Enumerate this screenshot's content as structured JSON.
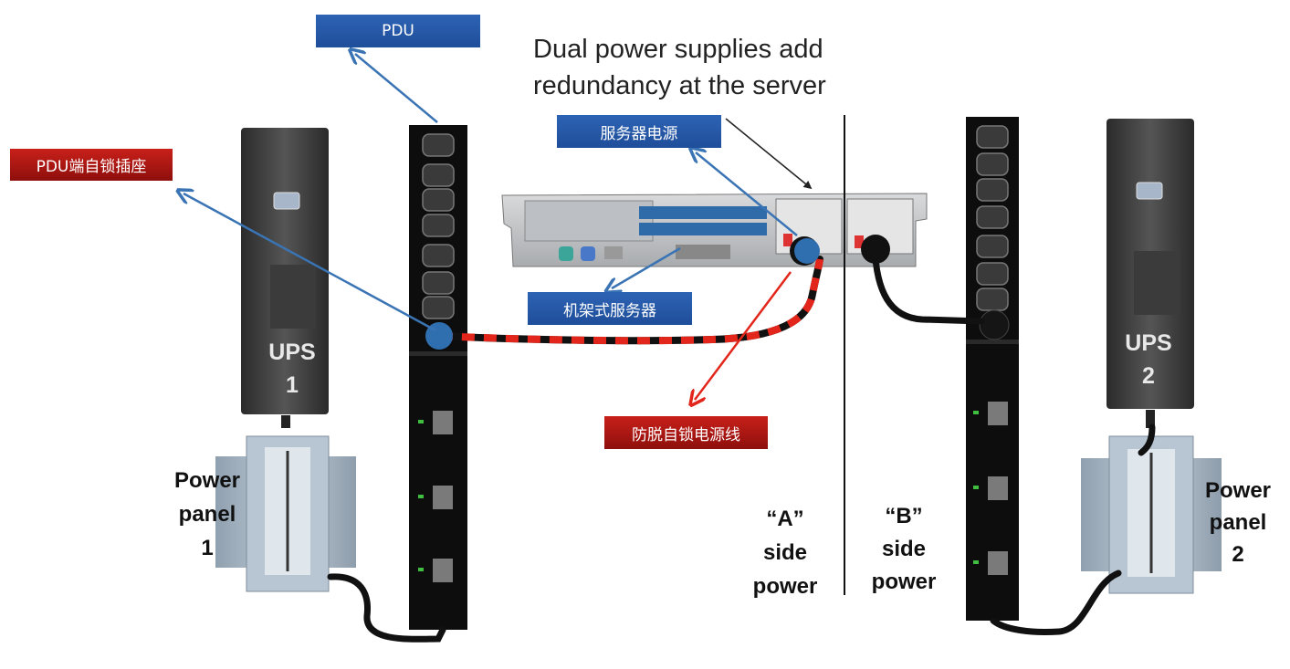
{
  "callouts": {
    "pdu": "PDU",
    "pdu_socket": "PDU端自锁插座",
    "server_psu": "服务器电源",
    "rack_server": "机架式服务器",
    "lock_cord": "防脱自锁电源线"
  },
  "caption": {
    "line1": "Dual power supplies add",
    "line2": "redundancy at the server"
  },
  "ups1": {
    "line1": "UPS",
    "line2": "1"
  },
  "ups2": {
    "line1": "UPS",
    "line2": "2"
  },
  "panel1": {
    "line1": "Power",
    "line2": "panel",
    "line3": "1"
  },
  "panel2": {
    "line1": "Power",
    "line2": "panel",
    "line3": "2"
  },
  "side_a": {
    "line1": "“A”",
    "line2": "side",
    "line3": "power"
  },
  "side_b": {
    "line1": "“B”",
    "line2": "side",
    "line3": "power"
  },
  "colors": {
    "callout_blue": "#1f4e9a",
    "callout_red": "#a31510",
    "arrow_blue": "#3a74b4",
    "arrow_red": "#e3261b",
    "dot_blue": "#2f6fb0"
  }
}
